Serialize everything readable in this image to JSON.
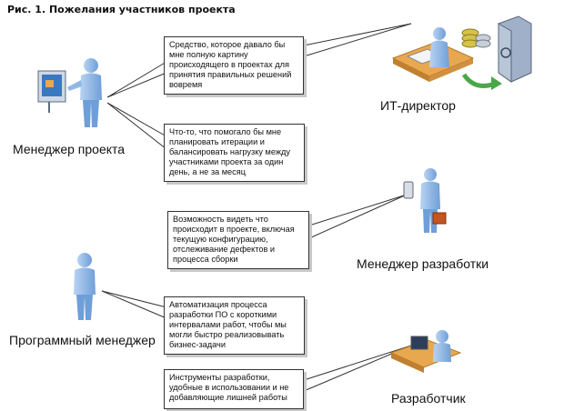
{
  "figure": {
    "caption": "Рис. 1. Пожелания участников проекта"
  },
  "roles": {
    "it_director": "ИТ-директор",
    "project_manager": "Менеджер проекта",
    "dev_manager": "Менеджер разработки",
    "program_manager": "Программный менеджер",
    "developer": "Разработчик"
  },
  "callouts": [
    "Средство, которое давало бы мне полную картину происходящего в проектах для принятия правильных решений вовремя",
    "Что-то, что помогало бы мне планировать итерации и балансировать нагрузку между участниками проекта за один день, а не за месяц",
    "Возможность видеть что происходит в проекте, включая текущую конфигурацию, отслеживание дефектов и процесса сборки",
    "Автоматизация процесса разработки ПО с короткими интервалами работ, чтобы мы могли быстро реализовывать бизнес-задачи",
    "Инструменты разработки, удобные в использовании и не добавляющие лишней работы"
  ],
  "colors": {
    "person_fill": "#8fb8e6",
    "person_shade": "#5a8fcc",
    "desk": "#e8a850",
    "coin": "#d6c24a",
    "server": "#9fb0c8",
    "arrow": "#4aa84a",
    "board": "#3a78c2",
    "folder": "#c4551e"
  }
}
